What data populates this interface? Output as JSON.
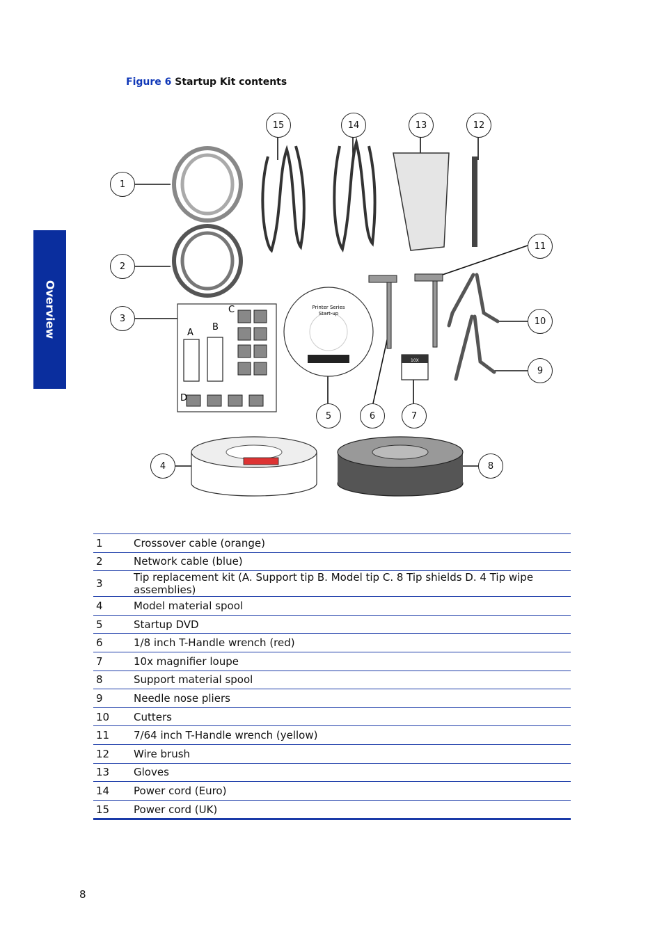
{
  "side_tab": {
    "label": "Overview"
  },
  "figure": {
    "number_label": "Figure 6",
    "title": "Startup Kit contents",
    "callouts": [
      "1",
      "2",
      "3",
      "4",
      "5",
      "6",
      "7",
      "8",
      "9",
      "10",
      "11",
      "12",
      "13",
      "14",
      "15"
    ],
    "kit_letters": [
      "A",
      "B",
      "C",
      "D"
    ],
    "dvd_label": [
      "Printer Series",
      "Start-up"
    ],
    "loupe_label": "10X"
  },
  "parts": [
    {
      "num": "1",
      "desc": "Crossover cable (orange)"
    },
    {
      "num": "2",
      "desc": "Network cable (blue)"
    },
    {
      "num": "3",
      "desc": "Tip replacement kit (A. Support tip B. Model tip C. 8 Tip shields D. 4 Tip wipe assemblies)"
    },
    {
      "num": "4",
      "desc": "Model material spool"
    },
    {
      "num": "5",
      "desc": "Startup DVD"
    },
    {
      "num": "6",
      "desc": "1/8 inch T-Handle wrench (red)"
    },
    {
      "num": "7",
      "desc": "10x magnifier loupe"
    },
    {
      "num": "8",
      "desc": "Support material spool"
    },
    {
      "num": "9",
      "desc": "Needle nose pliers"
    },
    {
      "num": "10",
      "desc": "Cutters"
    },
    {
      "num": "11",
      "desc": "7/64 inch T-Handle wrench (yellow)"
    },
    {
      "num": "12",
      "desc": "Wire brush"
    },
    {
      "num": "13",
      "desc": "Gloves"
    },
    {
      "num": "14",
      "desc": "Power cord (Euro)"
    },
    {
      "num": "15",
      "desc": "Power cord (UK)"
    }
  ],
  "page_number": "8"
}
